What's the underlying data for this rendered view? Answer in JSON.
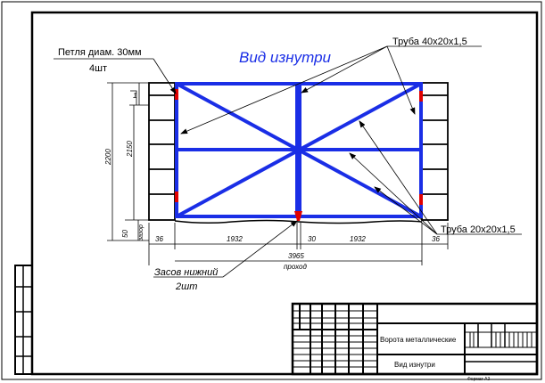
{
  "drawing": {
    "view_title": "Вид изнутри",
    "callouts": {
      "hinge_label_line1": "Петля диам. 30мм",
      "hinge_label_line2": "4шт",
      "tube_large": "Труба 40х20х1,5",
      "tube_small": "Труба 20х20х1,5",
      "latch_label_line1": "Засов нижний",
      "latch_label_line2": "2шт"
    },
    "dimensions": {
      "height_outer": "2200",
      "height_inner": "2150",
      "gap_bottom": "50",
      "gap_bottom_note": "зазор",
      "top_offset": "1",
      "left_post": "36",
      "leaf_left": "1932",
      "center_gap": "30",
      "leaf_right": "1932",
      "right_post": "36",
      "overall_width": "3965",
      "overall_width_note": "проход"
    },
    "colors": {
      "frame": "#1a2ee6",
      "hinge": "#e00000",
      "title_text": "#1a2ee6",
      "lines": "#000000"
    }
  },
  "title_block": {
    "name": "Ворота металлические",
    "view": "Вид изнутри",
    "format": "Формат А3"
  }
}
